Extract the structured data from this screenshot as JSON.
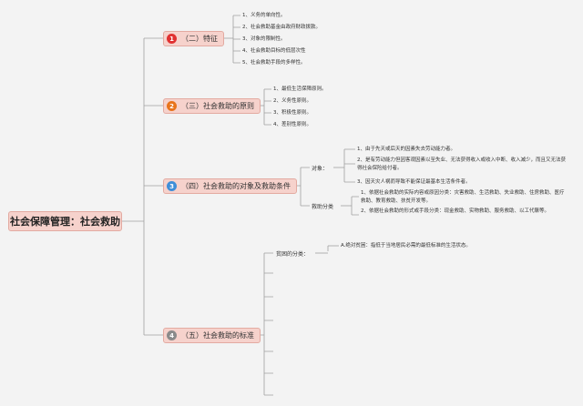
{
  "root": "社会保障管理：社会救助",
  "branches": [
    {
      "num": "1",
      "label": "（二）特征",
      "color": "#e03131",
      "items": [
        "1、义务的单向性。",
        "2、社会救助基金由政府财政拨款。",
        "3、对象的限制性。",
        "4、社会救助目标的低层次性",
        "5、社会救助手段的多样性。"
      ]
    },
    {
      "num": "2",
      "label": "（三）社会救助的原则",
      "color": "#e8741c",
      "items": [
        "1、最低生活保障原则。",
        "2、义务性原则。",
        "3、积极性原则。",
        "4、差别性原则。"
      ]
    },
    {
      "num": "3",
      "label": "（四）社会救助的对象及救助条件",
      "color": "#3f8ed8",
      "groups": [
        {
          "label": "对象：",
          "items": [
            "1、由于先天或后天的因素失去劳动能力者。",
            "2、是有劳动能力但因客观因素以至失业、无法获得收入或收入中断、收入减少，而且又无法获得社会保险给付者。",
            "3、因天灾人祸而导致不能保证最基本生活条件者。"
          ]
        },
        {
          "label": "救助分类",
          "items": [
            "1、依据社会救助的实际内容或原因分类：灾害救助、生活救助、失业救助、住房救助、医疗救助、教育救助、扶贫开发等。",
            "2、依据社会救助的形式或手段分类：现金救助、实物救助、服务救助、以工代赈等。"
          ]
        }
      ]
    },
    {
      "num": "4",
      "label": "（五）社会救助的标准",
      "color": "#8a8a8a",
      "groups": [
        {
          "label": "贫困的分类：",
          "items": [
            "A.绝对贫困：指低于当地居民必需的最低标准的生活状态。"
          ]
        }
      ]
    }
  ]
}
